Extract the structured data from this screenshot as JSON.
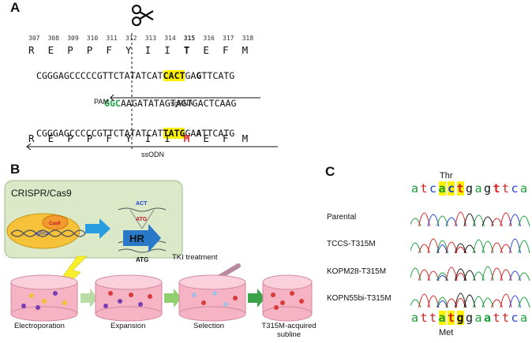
{
  "panelA": {
    "letter": "A",
    "positions": [
      "307",
      "308",
      "309",
      "310",
      "311",
      "312",
      "313",
      "314",
      "315",
      "316",
      "317",
      "318"
    ],
    "aa_top": [
      "R",
      "E",
      "P",
      "P",
      "F",
      "Y",
      "I",
      "I",
      "T",
      "E",
      "F",
      "M"
    ],
    "seq_top": {
      "pre": "CGGGAGCCCCCGTTCTATATCAT",
      "hl": "CACT",
      "mid": "GA",
      "bold": "G",
      "post": "TTCATG"
    },
    "guide": {
      "pam": "GGC",
      "seq": "AAGATATAGTAGTGACTCAAG",
      "pam_label": "PAM",
      "sgrna_label": "sgRNA"
    },
    "seq_bottom": {
      "pre": "CGGGAGCCCCCGTTCTATATCAT",
      "hl": "TATG",
      "mid": "GA",
      "bold": "A",
      "post": "TTCATG"
    },
    "aa_bottom": [
      "R",
      "E",
      "P",
      "P",
      "F",
      "Y",
      "I",
      "I",
      "M",
      "E",
      "F",
      "M"
    ],
    "ssodn_label": "ssODN"
  },
  "panelB": {
    "letter": "B",
    "crispr_title": "CRISPR/Cas9",
    "cas9_label": "Cas9",
    "sgrna_label": "sgRNA",
    "hr_label": "HR",
    "act_label": "ACT",
    "atg_label": "ATG",
    "atg_bottom": "ATG",
    "tki_label": "TKI treatment",
    "steps": [
      "Electroporation",
      "Expansion",
      "Selection",
      "T315M-acquired"
    ],
    "step4_line2": "subline"
  },
  "panelC": {
    "letter": "C",
    "thr_label": "Thr",
    "met_label": "Met",
    "seq_top": [
      "a",
      "t",
      "c",
      "a",
      "c",
      "t",
      "g",
      "a",
      "g",
      "t",
      "t",
      "c",
      "a"
    ],
    "seq_bottom": [
      "a",
      "t",
      "t",
      "a",
      "t",
      "g",
      "g",
      "a",
      "a",
      "t",
      "t",
      "c",
      "a"
    ],
    "samples": [
      "Parental",
      "TCCS-T315M",
      "KOPM28-T315M",
      "KOPN55bi-T315M"
    ],
    "colors": {
      "a": "#1a9e3a",
      "c": "#1f3fd6",
      "g": "#111111",
      "t": "#d42020"
    }
  }
}
